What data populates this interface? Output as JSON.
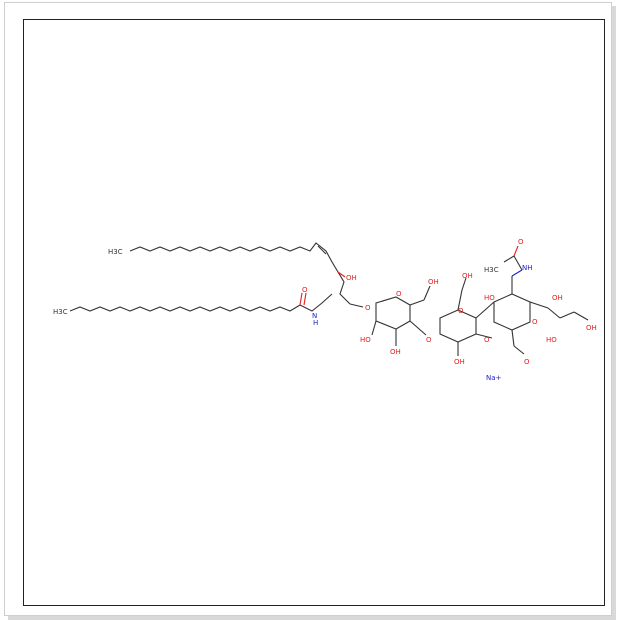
{
  "structure": {
    "labels": {
      "ch3_top": "H3C",
      "ch3_left": "H3C",
      "ch3_acetyl": "H3C",
      "oh": "OH",
      "ho": "HO",
      "o": "O",
      "nh": "NH",
      "hn": "H",
      "n": "N",
      "na": "Na+"
    }
  }
}
